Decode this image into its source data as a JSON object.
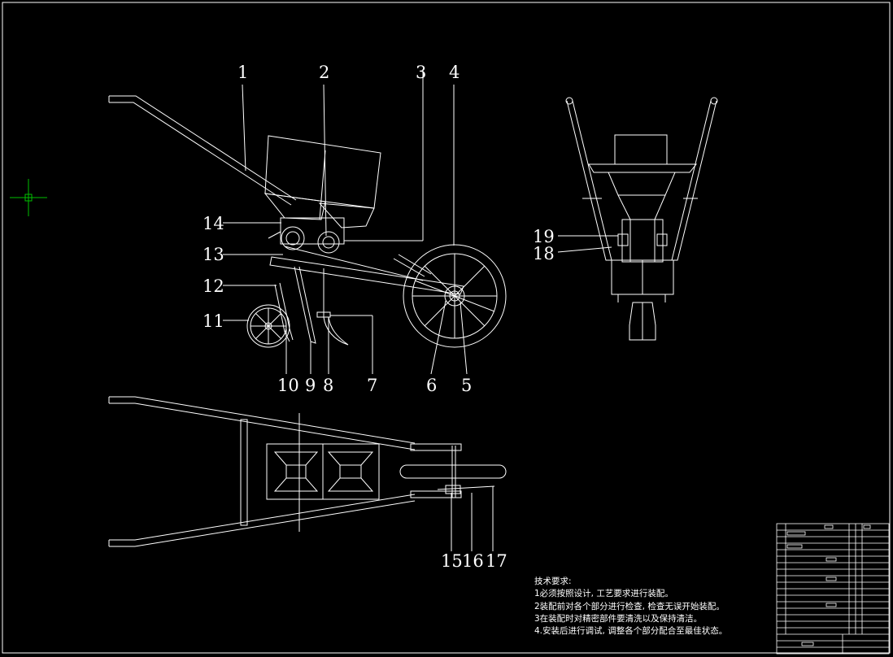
{
  "part_labels": {
    "p1": "1",
    "p2": "2",
    "p3": "3",
    "p4": "4",
    "p5": "5",
    "p6": "6",
    "p7": "7",
    "p8": "8",
    "p9": "9",
    "p10": "10",
    "p11": "11",
    "p12": "12",
    "p13": "13",
    "p14": "14",
    "p15": "15",
    "p16": "16",
    "p17": "17",
    "p18": "18",
    "p19": "19"
  },
  "tech_requirements": {
    "heading": "技术要求:",
    "items": [
      "1必须按照设计, 工艺要求进行装配。",
      "2装配前对各个部分进行检查, 检查无误开始装配。",
      "3在装配时对精密部件要清洗以及保持清洁。",
      "4.安装后进行调试, 调整各个部分配合至最佳状态。"
    ]
  },
  "colors": {
    "background": "#000000",
    "lines": "#ffffff",
    "cursor": "#00c000"
  }
}
